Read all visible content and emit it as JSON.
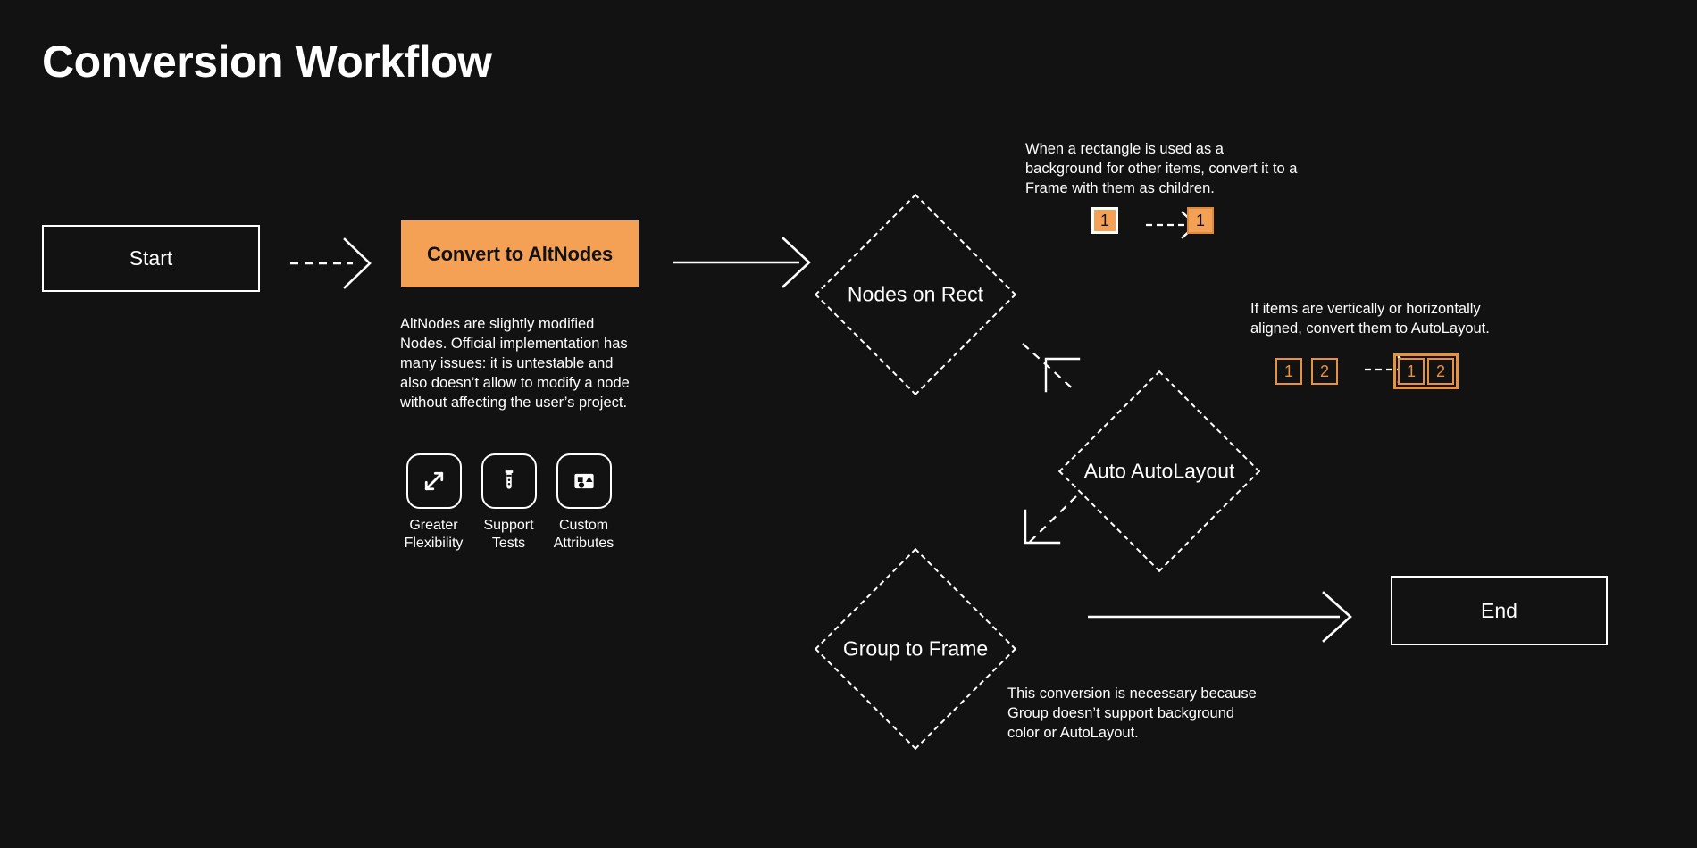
{
  "page": {
    "title": "Conversion Workflow",
    "background_color": "#121212",
    "accent_color": "#F4A155",
    "text_color": "#ffffff"
  },
  "nodes": {
    "start": {
      "label": "Start",
      "shape": "rectangle"
    },
    "convert": {
      "label": "Convert to AltNodes",
      "shape": "rectangle-filled",
      "fill": "#F4A155"
    },
    "nodes_on_rect": {
      "label": "Nodes on Rect",
      "shape": "diamond"
    },
    "auto_autolayout": {
      "label": "Auto AutoLayout",
      "shape": "diamond"
    },
    "group_to_frame": {
      "label": "Group to Frame",
      "shape": "diamond"
    },
    "end": {
      "label": "End",
      "shape": "rectangle"
    }
  },
  "notes": {
    "altnodes": "AltNodes are slightly modified Nodes. Official implementation has many issues: it is untestable and also doesn’t allow to modify a node without affecting the user’s project.",
    "nodes_on_rect": "When a rectangle is used as a background for other items, convert it to a Frame with them as children.",
    "auto_autolayout": "If items are vertically or horizontally aligned, convert them to AutoLayout.",
    "group_to_frame": "This conversion is necessary because Group doesn’t support background color or AutoLayout."
  },
  "features": [
    {
      "icon": "expand-arrows-icon",
      "label": "Greater\nFlexibility"
    },
    {
      "icon": "test-tube-icon",
      "label": "Support\nTests"
    },
    {
      "icon": "shapes-icon",
      "label": "Custom\nAttributes"
    }
  ],
  "chips": {
    "nodes_on_rect": {
      "before": [
        "1"
      ],
      "after": [
        "1"
      ]
    },
    "auto_autolayout": {
      "before": [
        "1",
        "2"
      ],
      "after": [
        "1",
        "2"
      ]
    }
  },
  "edges": [
    {
      "from": "start",
      "to": "convert",
      "style": "dashed",
      "arrowhead": "chevron"
    },
    {
      "from": "convert",
      "to": "nodes_on_rect",
      "style": "solid",
      "arrowhead": "chevron"
    },
    {
      "from": "nodes_on_rect",
      "to": "auto_autolayout",
      "style": "dashed",
      "arrowhead": "corner"
    },
    {
      "from": "auto_autolayout",
      "to": "group_to_frame",
      "style": "dashed",
      "arrowhead": "corner"
    },
    {
      "from": "group_to_frame",
      "to": "end",
      "style": "solid",
      "arrowhead": "chevron"
    },
    {
      "from": "chip-1-before",
      "to": "chip-1-after",
      "style": "dashed",
      "arrowhead": "chevron"
    },
    {
      "from": "chip-12-before",
      "to": "chip-12-after",
      "style": "dashed",
      "arrowhead": "chevron"
    }
  ]
}
